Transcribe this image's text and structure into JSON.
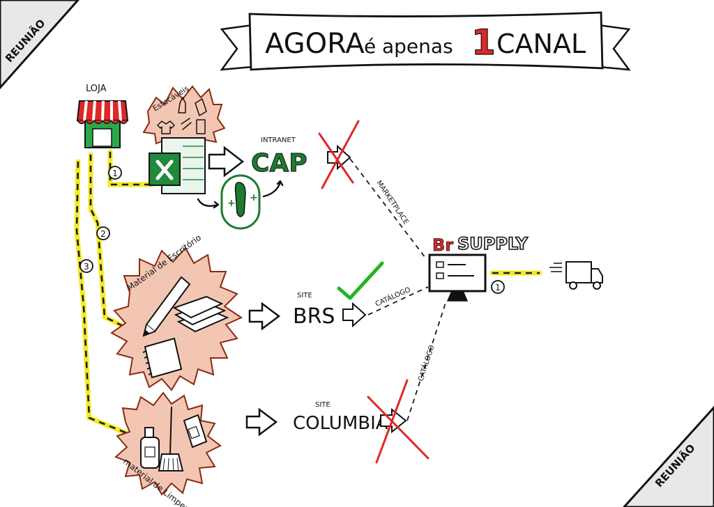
{
  "meeting_badge": "REUNIÃO",
  "banner": {
    "part1": "AGORA",
    "part2": "é",
    "part3": "apenas",
    "number": "1",
    "part4": "CANAL"
  },
  "store": {
    "label": "LOJA"
  },
  "stockables": {
    "label": "Estocáveis"
  },
  "cap": {
    "caption": "INTRANET",
    "name": "CAP"
  },
  "office": {
    "label": "Material de Escritório"
  },
  "cleaning": {
    "label": "material de Limpeza"
  },
  "brs": {
    "caption": "SITE",
    "name": "BRS"
  },
  "columbia": {
    "caption": "SITE",
    "name": "COLUMBIA"
  },
  "supplier": {
    "prefix": "Br",
    "name": "SUPPLY"
  },
  "connectors": {
    "marketplace": "MARKETPLACE",
    "catalog_top": "CATÁLOGO",
    "catalog_bottom": "CATÁLOGO"
  },
  "steps": [
    "1",
    "2",
    "3"
  ],
  "delivery_step": "1",
  "colors": {
    "red": "#e02727",
    "green": "#1f8a3a",
    "cap_green": "#1e7a2e",
    "salmon": "#f3c6b4",
    "burst_border": "#8a2a10",
    "yellow": "#f2ea24",
    "check": "#22b422"
  },
  "icons": [
    "excel-icon",
    "usb-token-icon",
    "pencil-icon",
    "paper-stack-icon",
    "notebook-icon",
    "bottle-icon",
    "broom-icon",
    "box-icon",
    "monitor-icon",
    "truck-icon",
    "check-icon",
    "cross-icon",
    "arrow-icon"
  ]
}
